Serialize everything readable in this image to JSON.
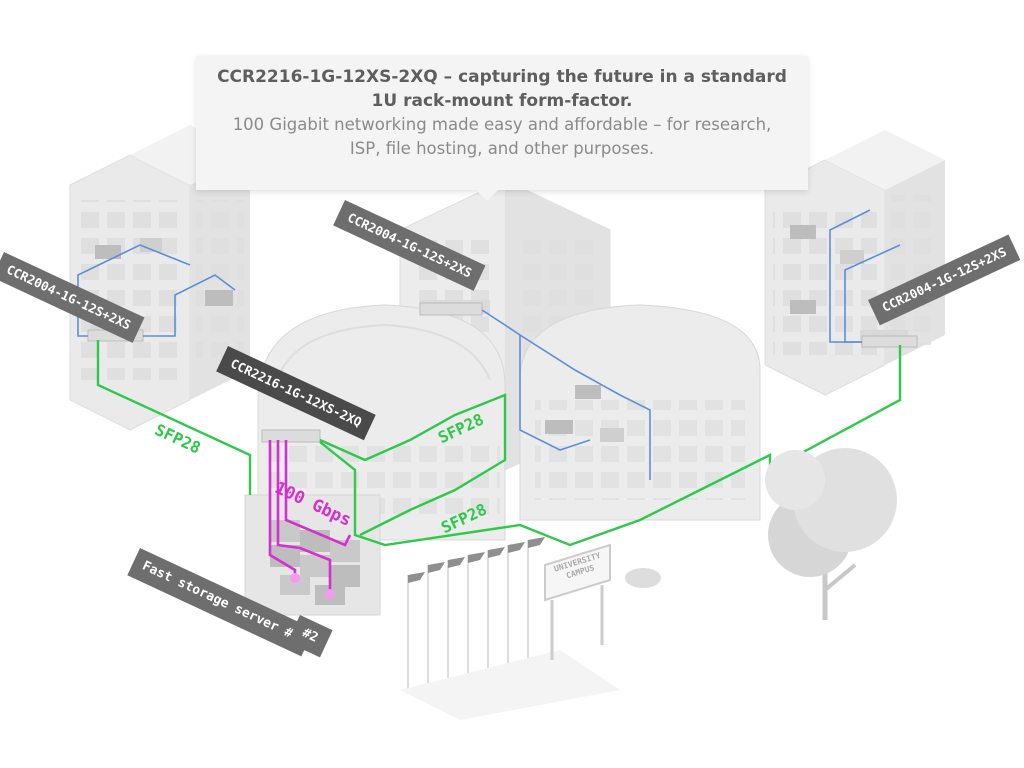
{
  "callout": {
    "title_line1": "CCR2216-1G-12XS-2XQ – capturing the future in a standard",
    "title_line2": "1U rack-mount form-factor.",
    "desc_line1": "100 Gigabit networking made easy and affordable – for research,",
    "desc_line2": "ISP, file hosting, and other purposes."
  },
  "labels": {
    "router_left": "CCR2004-1G-12S+2XS",
    "router_center": "CCR2004-1G-12S+2XS",
    "router_right": "CCR2004-1G-12S+2XS",
    "router_main": "CCR2216-1G-12XS-2XQ",
    "sfp_left": "SFP28",
    "sfp_middle": "SFP28",
    "sfp_bottom": "SFP28",
    "speed": "100 Gbps",
    "server1": "Fast storage server #1",
    "server2": "#2",
    "sign_line1": "UNIVERSITY",
    "sign_line2": "CAMPUS"
  },
  "colors": {
    "sfp_link": "#2fc84a",
    "speed_link": "#d52fd0",
    "lan_link": "#5a8fd6",
    "building": "#ececec",
    "label_bg": "#6e6e6e"
  }
}
